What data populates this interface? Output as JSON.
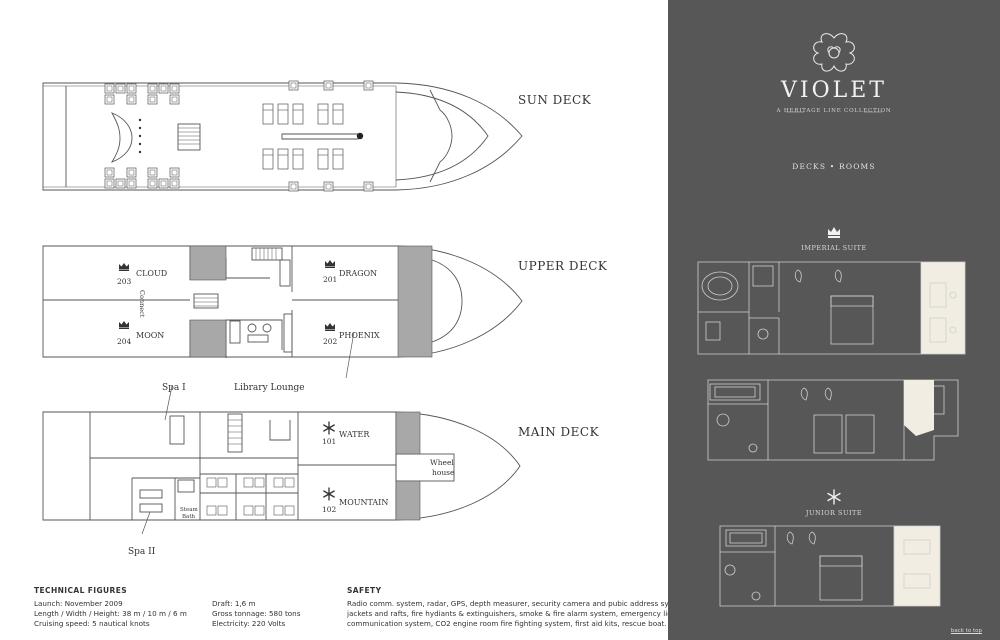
{
  "decks": {
    "sun": "SUN DECK",
    "upper": "UPPER DECK",
    "main": "MAIN DECK"
  },
  "rooms": {
    "cloud": {
      "name": "CLOUD",
      "number": "203"
    },
    "moon": {
      "name": "MOON",
      "number": "204"
    },
    "dragon": {
      "name": "DRAGON",
      "number": "201"
    },
    "phoenix": {
      "name": "PHOENIX",
      "number": "202"
    },
    "water": {
      "name": "WATER",
      "number": "101"
    },
    "mountain": {
      "name": "MOUNTAIN",
      "number": "102"
    }
  },
  "labels": {
    "connect": "Connect",
    "spa1": "Spa I",
    "spa2": "Spa II",
    "library": "Library Lounge",
    "steam_line1": "Steam",
    "steam_line2": "Bath",
    "wheel_line1": "Wheel",
    "wheel_line2": "house"
  },
  "technical": {
    "heading": "TECHNICAL FIGURES",
    "launch": "Launch: November 2009",
    "dimensions": "Length / Width / Height: 38 m / 10 m / 6 m",
    "speed": "Cruising speed: 5 nautical knots",
    "draft": "Draft: 1,6 m",
    "tonnage": "Gross tonnage: 580 tons",
    "electricity": "Electricity: 220 Volts"
  },
  "safety": {
    "heading": "SAFETY",
    "line1": "Radio comm. system, radar, GPS, depth measurer, security camera and pubic address system, life",
    "line2": "jackets and rafts, fire hydiants & extinguishers, smoke & fire alarm system, emergency lighting &",
    "line3": "communication system, CO2 engine room fire fighting system, first aid kits, rescue boat."
  },
  "brand": {
    "name": "VIOLET",
    "tagline": "A HERITAGE LINE COLLECTION",
    "section": "DECKS • ROOMS"
  },
  "suites": {
    "imperial": "IMPERIAL SUITE",
    "junior": "JUNIOR SUITE"
  },
  "nav": {
    "back_to_top": "back to top"
  },
  "icons": {
    "crown": "crown-icon",
    "snowflake": "snowflake-icon",
    "logo": "flower-logo-icon"
  },
  "colors": {
    "panel": "#575757",
    "line": "#555555",
    "grey_fill": "#a8a8a8",
    "balcony": "#f1ede2"
  }
}
